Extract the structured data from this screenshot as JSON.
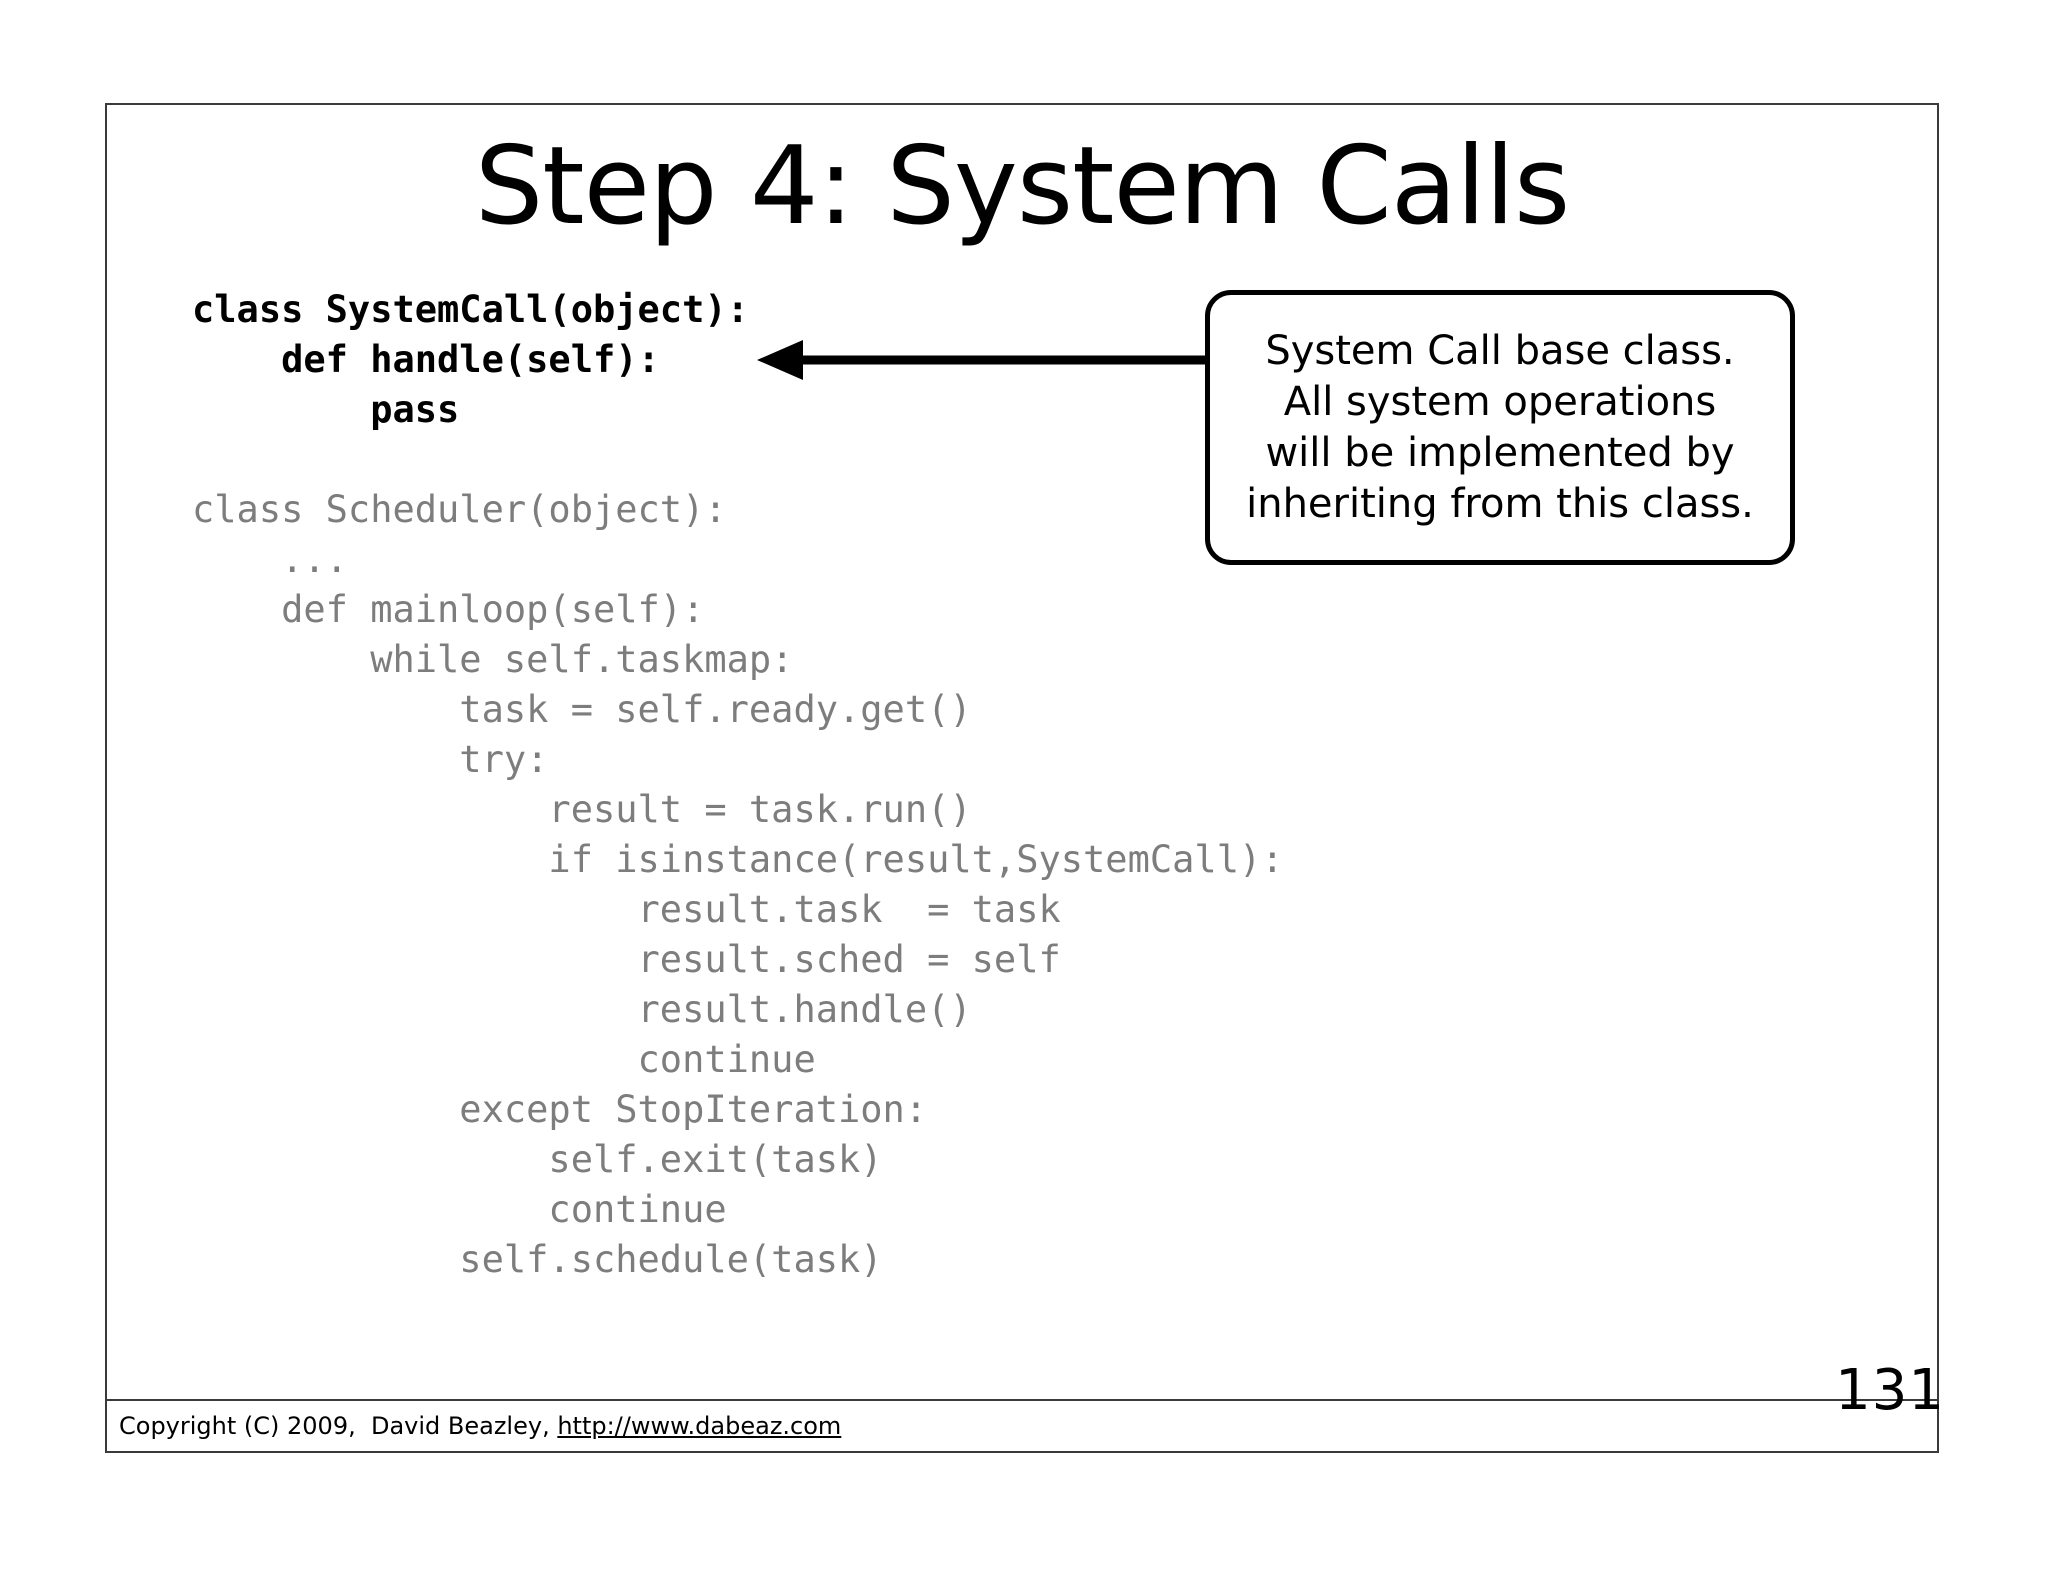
{
  "slide": {
    "title": "Step 4: System Calls",
    "page_number": "131"
  },
  "code": {
    "lines": [
      {
        "text": "class SystemCall(object):",
        "style": "bold"
      },
      {
        "text": "    def handle(self):",
        "style": "bold"
      },
      {
        "text": "        pass",
        "style": "bold"
      },
      {
        "text": "",
        "style": "blank"
      },
      {
        "text": "class Scheduler(object):",
        "style": "normal"
      },
      {
        "text": "    ...",
        "style": "normal"
      },
      {
        "text": "    def mainloop(self):",
        "style": "normal"
      },
      {
        "text": "        while self.taskmap:",
        "style": "normal"
      },
      {
        "text": "            task = self.ready.get()",
        "style": "normal"
      },
      {
        "text": "            try:",
        "style": "normal"
      },
      {
        "text": "                result = task.run()",
        "style": "normal"
      },
      {
        "text": "                if isinstance(result,SystemCall):",
        "style": "normal"
      },
      {
        "text": "                    result.task  = task",
        "style": "normal"
      },
      {
        "text": "                    result.sched = self",
        "style": "normal"
      },
      {
        "text": "                    result.handle()",
        "style": "normal"
      },
      {
        "text": "                    continue",
        "style": "normal"
      },
      {
        "text": "            except StopIteration:",
        "style": "normal"
      },
      {
        "text": "                self.exit(task)",
        "style": "normal"
      },
      {
        "text": "                continue",
        "style": "normal"
      },
      {
        "text": "            self.schedule(task)",
        "style": "normal"
      }
    ]
  },
  "callout": {
    "text": "System Call  base class.\nAll system operations\nwill be implemented by\ninheriting from this class.",
    "arrow_direction": "left"
  },
  "footer": {
    "credit": "Copyright (C) 2009,  David Beazley, ",
    "link": "http://www.dabeaz.com"
  },
  "colors": {
    "code_normal": "#7d7d7d",
    "code_bold": "#000000",
    "border": "#3a3a3a",
    "background": "#ffffff"
  }
}
